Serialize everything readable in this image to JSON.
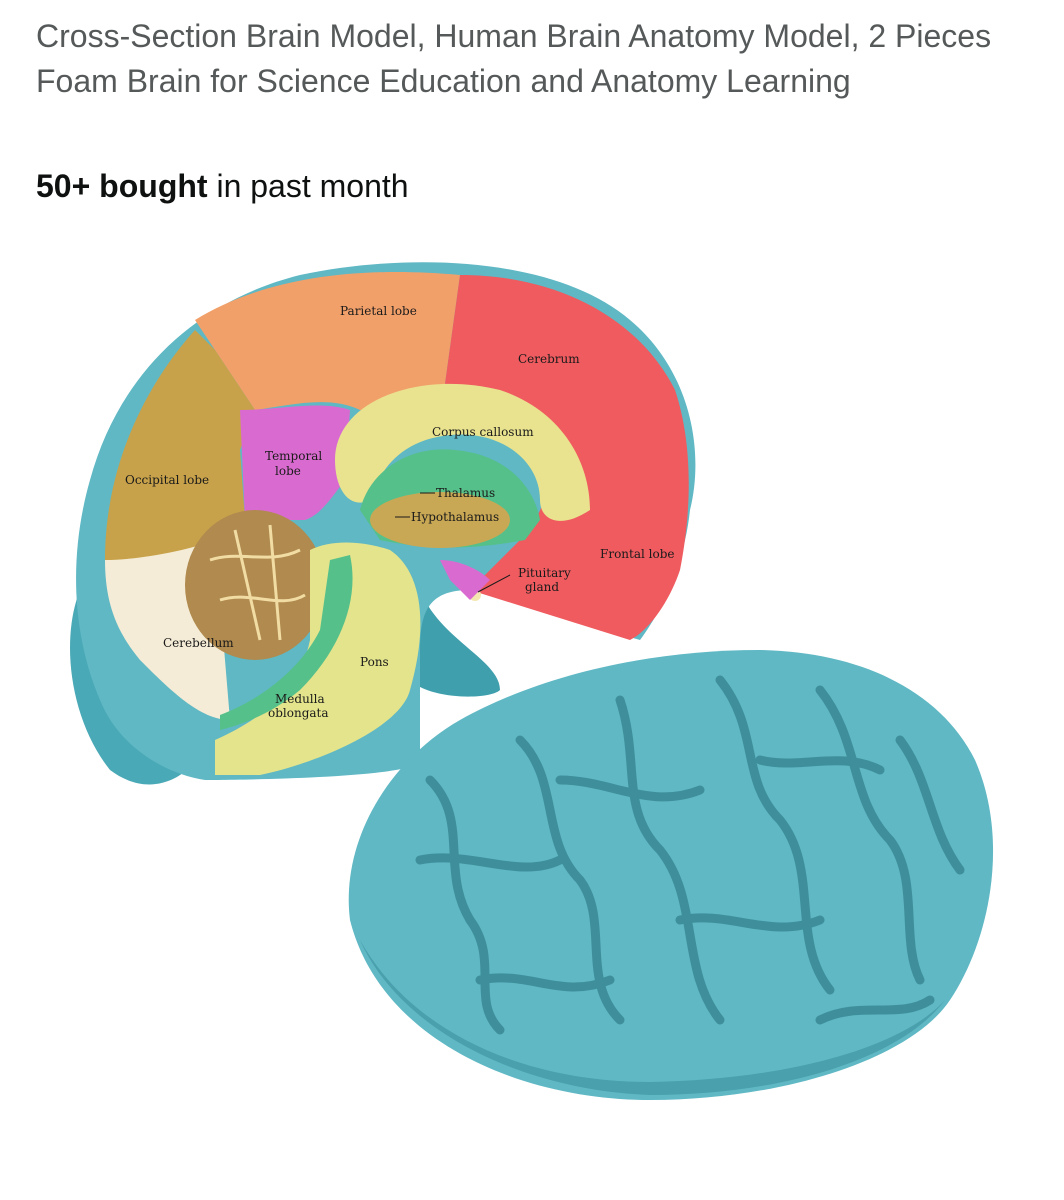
{
  "product": {
    "title": "Cross-Section Brain Model, Human Brain Anatomy Model, 2 Pieces Foam Brain for Science Education and Anatomy Learning",
    "bought_count": "50+ bought",
    "bought_suffix": " in past month"
  },
  "image": {
    "labels": {
      "parietal": "Parietal lobe",
      "cerebrum": "Cerebrum",
      "corpus": "Corpus callosum",
      "temporal_1": "Temporal",
      "temporal_2": "lobe",
      "occipital": "Occipital lobe",
      "thalamus": "Thalamus",
      "hypothalamus": "Hypothalamus",
      "frontal": "Frontal lobe",
      "pituitary_1": "Pituitary",
      "pituitary_2": "gland",
      "cerebellum": "Cerebellum",
      "pons": "Pons",
      "medulla_1": "Medulla",
      "medulla_2": "oblongata"
    },
    "colors": {
      "foam": "#5fb8c4",
      "parietal": "#f2a06a",
      "frontal": "#ef5b5f",
      "occipital": "#c8a24a",
      "temporal": "#d96bd0",
      "corpus": "#e9e38f",
      "stem": "#e3e48c",
      "green": "#55c08a",
      "thalamus": "#c9a855",
      "cerebellum": "#b08a4e"
    }
  }
}
